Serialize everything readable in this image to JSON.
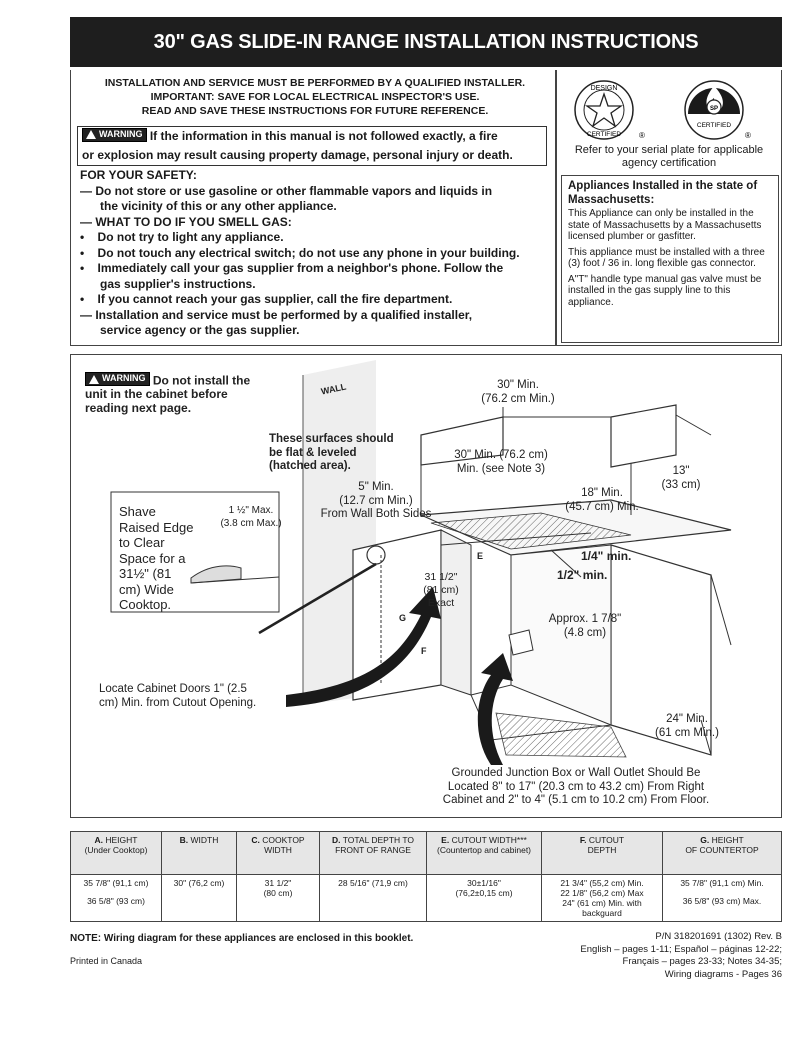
{
  "title": "30\" GAS SLIDE-IN RANGE INSTALLATION INSTRUCTIONS",
  "intro": {
    "line1": "INSTALLATION AND SERVICE MUST BE PERFORMED BY A QUALIFIED INSTALLER.",
    "line2": "IMPORTANT: SAVE FOR LOCAL ELECTRICAL INSPECTOR'S USE.",
    "line3": "READ AND SAVE THESE INSTRUCTIONS FOR FUTURE REFERENCE."
  },
  "warning": {
    "badge": "WARNING",
    "line1": "If the information in this manual is not followed exactly, a fire",
    "line2": "or explosion may result causing property damage, personal injury or death."
  },
  "safety": {
    "heading": "FOR YOUR SAFETY:",
    "l1a": "— Do not store or use gasoline or other flammable vapors and liquids in",
    "l1b": "the vicinity of this or any other appliance.",
    "l2": "— WHAT TO DO IF YOU SMELL GAS:",
    "l3": "Do not try to light any appliance.",
    "l4": "Do not touch any electrical switch; do not use any phone in your building.",
    "l5a": "Immediately call your gas supplier from a neighbor's phone.  Follow the",
    "l5b": "gas supplier's instructions.",
    "l6": "If you cannot reach your gas supplier, call the fire department.",
    "l7a": "— Installation and service must be performed by a qualified installer,",
    "l7b": "service agency or the gas supplier."
  },
  "logos": {
    "design_top": "DESIGN",
    "design_bottom": "CERTIFIED",
    "csa_label": "CERTIFIED",
    "registered": "®"
  },
  "serial_note": "Refer to your serial plate for applicable agency certification",
  "massachusetts": {
    "heading": "Appliances Installed in the state of Massachusetts:",
    "p1": "This Appliance can only be installed in the state of Massachusetts by a Massachusetts licensed plumber or gasfitter.",
    "p2": "This appliance must be installed with a three (3) foot / 36 in. long flexible gas connector.",
    "p3": "A\"T\" handle type manual gas valve must be installed in the gas supply line to this appliance."
  },
  "diagram": {
    "warning_badge": "WARNING",
    "warning_text1": "Do not install the",
    "warning_text2": "unit in the cabinet before",
    "warning_text3": "reading next page.",
    "wall": "WALL",
    "min30_a": "30\" Min.",
    "min30_b": "(76.2 cm Min.)",
    "flat1": "These surfaces should",
    "flat2": "be flat & leveled",
    "flat3": "(hatched area).",
    "min30c_a": "30\" Min. (76.2 cm)",
    "min30c_b": "Min. (see Note 3)",
    "d13_a": "13\"",
    "d13_b": "(33 cm)",
    "d5_a": "5\" Min.",
    "d5_b": "(12.7 cm Min.)",
    "d5_c": "From Wall Both Sides",
    "d18_a": "18\" Min.",
    "d18_b": "(45.7 cm) Min.",
    "shave1": "Shave",
    "shave2": "Raised Edge",
    "shave3": "to Clear",
    "shave4": "Space for a",
    "shave5": "31½\" (81",
    "shave6": "cm) Wide",
    "shave7": "Cooktop.",
    "max112_a": "1 ½\" Max.",
    "max112_b": "(3.8 cm Max.)",
    "q14": "1/4\" min.",
    "h12": "1/2\" min.",
    "label_e": "E",
    "label_g": "G",
    "label_f": "F",
    "w31_a": "31 1/2\"",
    "w31_b": "(81 cm)",
    "w31_c": "Exact",
    "approx_a": "Approx. 1 7/8\"",
    "approx_b": "(4.8 cm)",
    "doors1": "Locate Cabinet Doors 1\" (2.5",
    "doors2": "cm) Min. from Cutout Opening.",
    "d24_a": "24\" Min.",
    "d24_b": "(61 cm Min.)",
    "junction1": "Grounded Junction Box or Wall Outlet Should Be",
    "junction2": "Located 8\" to 17\" (20.3 cm to 43.2 cm) From Right",
    "junction3": "Cabinet and 2\" to 4\" (5.1 cm to 10.2 cm) From Floor."
  },
  "table": {
    "headers": [
      {
        "bold": "A.",
        "rest": " HEIGHT",
        "sub": "(Under Cooktop)"
      },
      {
        "bold": "B.",
        "rest": " WIDTH",
        "sub": ""
      },
      {
        "bold": "C.",
        "rest": " COOKTOP",
        "sub": "WIDTH"
      },
      {
        "bold": "D.",
        "rest": " TOTAL DEPTH TO",
        "sub": "FRONT OF RANGE"
      },
      {
        "bold": "E.",
        "rest": " CUTOUT WIDTH***",
        "sub": "(Countertop and cabinet)"
      },
      {
        "bold": "F.",
        "rest": " CUTOUT",
        "sub": "DEPTH"
      },
      {
        "bold": "G.",
        "rest": " HEIGHT",
        "sub": "OF COUNTERTOP"
      }
    ],
    "row": {
      "a1": "35 7/8\" (91,1 cm)",
      "a2": "36 5/8\" (93 cm)",
      "b": "30\" (76,2 cm)",
      "c1": "31 1/2\"",
      "c2": "(80 cm)",
      "d": "28 5/16\" (71,9 cm)",
      "e1": "30±1/16\"",
      "e2": "(76,2±0,15 cm)",
      "f1": "21 3/4\" (55,2 cm) Min.",
      "f2": "22 1/8\" (56,2 cm) Max",
      "f3": "24\" (61 cm) Min. with backguard",
      "g1": "35 7/8\" (91,1 cm) Min.",
      "g2": "36 5/8\" (93 cm) Max."
    }
  },
  "footer": {
    "note": "NOTE: Wiring diagram for these appliances are enclosed in this booklet.",
    "printed": "Printed in Canada",
    "pn": "P/N 318201691 (1302) Rev. B",
    "pages1": "English – pages 1-11; Español – páginas 12-22;",
    "pages2": "Français – pages 23-33; Notes 34-35;",
    "pages3": "Wiring diagrams - Pages 36"
  }
}
